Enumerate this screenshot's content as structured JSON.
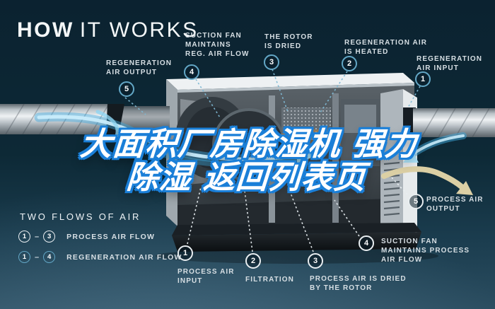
{
  "theme": {
    "bgTop": "#0b2230",
    "bgMid": "#0d2936",
    "bgBottom": "#2b4d60",
    "label": "#d7dfe4",
    "tealCircle": "#63a7c6",
    "headlineFill": "#ffffff",
    "headlineStroke": "#1a7fd8",
    "airflowBlue": "#3fa9de",
    "heaterOrange": "#f08a2a",
    "moistAirBeige": "#dbcfa4"
  },
  "title": {
    "bold": "HOW",
    "light": "IT WORKS"
  },
  "headline": {
    "line1": "大面积厂房除湿机 强力",
    "line2": "除湿 返回列表页"
  },
  "top_callouts": [
    {
      "num": "5",
      "label": "REGENERATION\nAIR OUTPUT"
    },
    {
      "num": "4",
      "label": "SUCTION FAN\nMAINTAINS\nREG. AIR FLOW"
    },
    {
      "num": "3",
      "label": "THE ROTOR\nIS DRIED"
    },
    {
      "num": "2",
      "label": "REGENERATION AIR\nIS HEATED"
    },
    {
      "num": "1",
      "label": "REGENERATION\nAIR INPUT"
    }
  ],
  "bottom_callouts": [
    {
      "num": "1",
      "label": "PROCESS AIR\nINPUT"
    },
    {
      "num": "2",
      "label": "FILTRATION"
    },
    {
      "num": "3",
      "label": "PROCESS AIR IS DRIED\nBY THE ROTOR"
    },
    {
      "num": "4",
      "label": "SUCTION FAN\nMAINTAINS PROCESS\nAIR FLOW"
    },
    {
      "num": "5",
      "label": "PROCESS AIR\nOUTPUT"
    }
  ],
  "legend": {
    "heading": "TWO FLOWS OF AIR",
    "rows": [
      {
        "from": "1",
        "to": "3",
        "separator": "–",
        "label": "PROCESS AIR FLOW"
      },
      {
        "from": "1",
        "to": "4",
        "separator": "–",
        "label": "REGENERATION AIR FLOW"
      }
    ]
  }
}
